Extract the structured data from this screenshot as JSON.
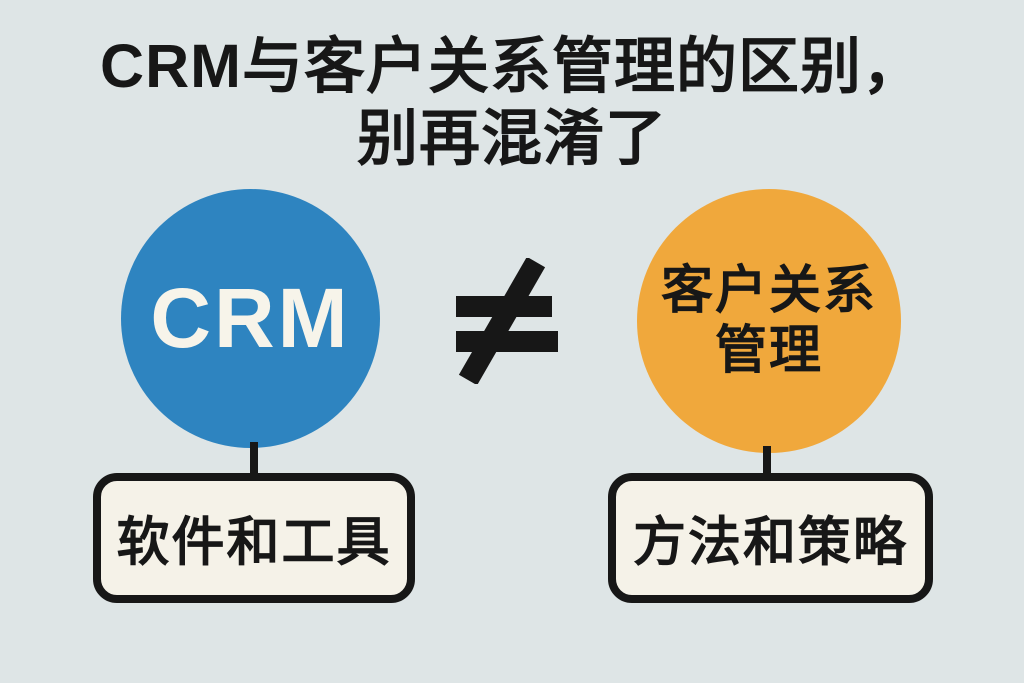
{
  "title": {
    "line1": "CRM与客户关系管理的区别，",
    "line2": "别再混淆了"
  },
  "comparison": {
    "operator": "≠",
    "left": {
      "circle_label": "CRM",
      "box_label": "软件和工具"
    },
    "right": {
      "circle_label_line1": "客户关系",
      "circle_label_line2": "管理",
      "box_label": "方法和策略"
    }
  },
  "colors": {
    "background": "#dee5e6",
    "circle-blue": "#2e84c0",
    "circle-orange": "#f0a83c",
    "box-fill": "#f5f2e8",
    "ink": "#171717",
    "crm-text": "#f7f4ea"
  }
}
